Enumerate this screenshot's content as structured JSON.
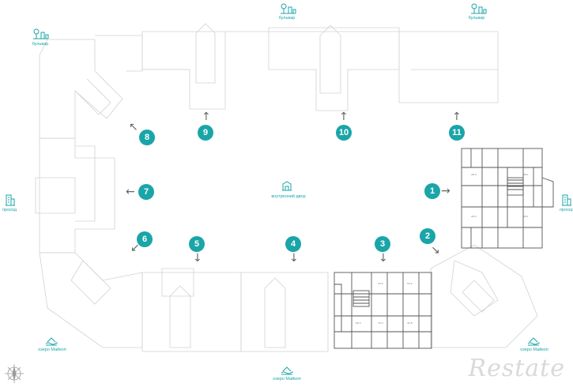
{
  "colors": {
    "accent": "#1aa5a8",
    "outline": "#cfcfcf",
    "dark": "#555555"
  },
  "markers": [
    {
      "id": "1",
      "label": "1"
    },
    {
      "id": "2",
      "label": "2"
    },
    {
      "id": "3",
      "label": "3"
    },
    {
      "id": "4",
      "label": "4"
    },
    {
      "id": "5",
      "label": "5"
    },
    {
      "id": "6",
      "label": "6"
    },
    {
      "id": "7",
      "label": "7"
    },
    {
      "id": "8",
      "label": "8"
    },
    {
      "id": "9",
      "label": "9"
    },
    {
      "id": "10",
      "label": "10"
    },
    {
      "id": "11",
      "label": "11"
    }
  ],
  "labels": {
    "boulevard": "бульвар",
    "passage": "проход",
    "maikop_lake": "озеро Майкоп",
    "courtyard": "внутренний двор"
  },
  "watermark": "Restate"
}
